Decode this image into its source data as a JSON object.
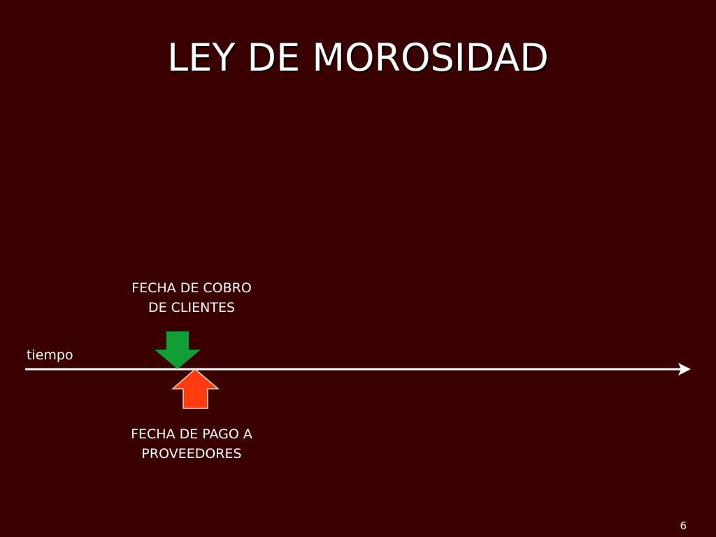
{
  "slide": {
    "title": "LEY DE MOROSIDAD",
    "page_number": "6"
  },
  "diagram": {
    "timeline_label": "tiempo",
    "collection_label": {
      "line1": "FECHA DE COBRO",
      "line2": "DE CLIENTES"
    },
    "payment_label": {
      "line1": "FECHA DE PAGO A",
      "line2": "PROVEEDORES"
    },
    "icons": {
      "collection_arrow": "down-arrow-icon",
      "payment_arrow": "up-arrow-icon"
    },
    "colors": {
      "background": "#3a0000",
      "timeline": "#ffffff",
      "collection_arrow": "#119f35",
      "payment_arrow": "#ff3b10"
    }
  }
}
